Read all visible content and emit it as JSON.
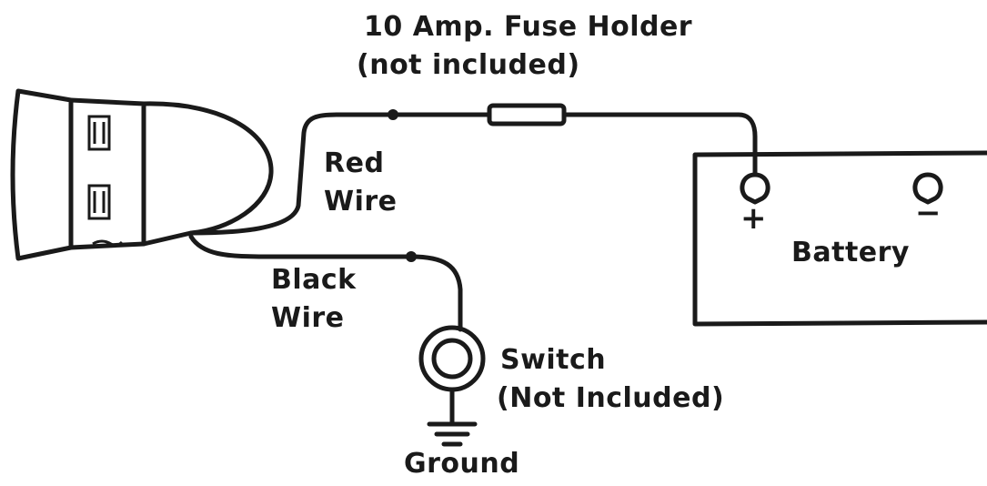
{
  "labels": {
    "fuse_holder_line1": "10 Amp. Fuse Holder",
    "fuse_holder_line2": "(not included)",
    "red_wire_line1": "Red",
    "red_wire_line2": "Wire",
    "black_wire_line1": "Black",
    "black_wire_line2": "Wire",
    "battery": "Battery",
    "switch_line1": "Switch",
    "switch_line2": "(Not Included)",
    "ground": "Ground",
    "positive_sign": "+",
    "negative_sign": "−"
  },
  "colors": {
    "ink": "#1a1a1a",
    "background": "#ffffff"
  }
}
